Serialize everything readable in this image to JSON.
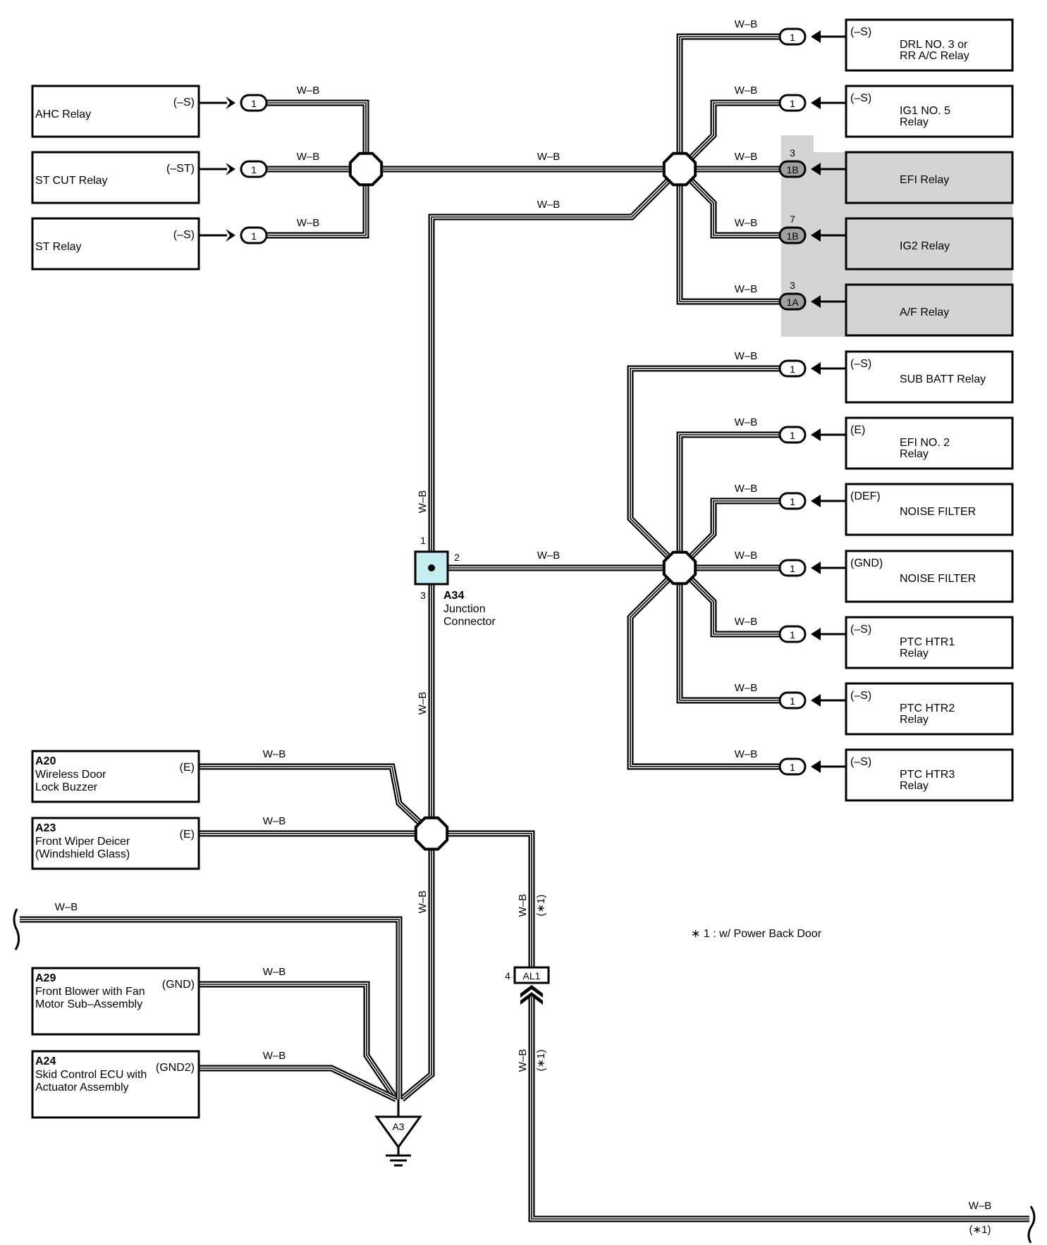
{
  "wire_color": "W–B",
  "left_relays": [
    {
      "name": "AHC Relay",
      "terminal": "(–S)",
      "pin": "1"
    },
    {
      "name": "ST CUT Relay",
      "terminal": "(–ST)",
      "pin": "1"
    },
    {
      "name": "ST Relay",
      "terminal": "(–S)",
      "pin": "1"
    }
  ],
  "right_top": [
    {
      "l1": "DRL NO. 3 or",
      "l2": "RR A/C Relay",
      "terminal": "(–S)",
      "pin": "1",
      "pinnum": "",
      "shaded": false
    },
    {
      "l1": "IG1 NO. 5",
      "l2": "Relay",
      "terminal": "(–S)",
      "pin": "1",
      "pinnum": "",
      "shaded": false
    },
    {
      "l1": "EFI Relay",
      "l2": "",
      "terminal": "",
      "pin": "1B",
      "pinnum": "3",
      "shaded": true
    },
    {
      "l1": "IG2 Relay",
      "l2": "",
      "terminal": "",
      "pin": "1B",
      "pinnum": "7",
      "shaded": true
    },
    {
      "l1": "A/F Relay",
      "l2": "",
      "terminal": "",
      "pin": "1A",
      "pinnum": "3",
      "shaded": true
    }
  ],
  "right_bottom": [
    {
      "l1": "SUB BATT Relay",
      "l2": "",
      "terminal": "(–S)",
      "pin": "1"
    },
    {
      "l1": "EFI NO. 2",
      "l2": "Relay",
      "terminal": "(E)",
      "pin": "1"
    },
    {
      "l1": "NOISE FILTER",
      "l2": "",
      "terminal": "(DEF)",
      "pin": "1"
    },
    {
      "l1": "NOISE FILTER",
      "l2": "",
      "terminal": "(GND)",
      "pin": "1"
    },
    {
      "l1": "PTC HTR1",
      "l2": "Relay",
      "terminal": "(–S)",
      "pin": "1"
    },
    {
      "l1": "PTC HTR2",
      "l2": "Relay",
      "terminal": "(–S)",
      "pin": "1"
    },
    {
      "l1": "PTC HTR3",
      "l2": "Relay",
      "terminal": "(–S)",
      "pin": "1"
    }
  ],
  "left_bottom": [
    {
      "code": "A20",
      "l1": "Wireless Door",
      "l2": "Lock Buzzer",
      "terminal": "(E)"
    },
    {
      "code": "A23",
      "l1": "Front Wiper Deicer",
      "l2": "(Windshield Glass)",
      "terminal": "(E)"
    },
    {
      "code": "A29",
      "l1": "Front Blower with Fan",
      "l2": "Motor Sub–Assembly",
      "terminal": "(GND)"
    },
    {
      "code": "A24",
      "l1": "Skid Control ECU with",
      "l2": "Actuator Assembly",
      "terminal": "(GND2)"
    }
  ],
  "junction": {
    "code": "A34",
    "l1": "Junction",
    "l2": "Connector",
    "pin1": "1",
    "pin2": "2",
    "pin3": "3"
  },
  "ground": {
    "code": "A3"
  },
  "connector_al": {
    "code": "AL1",
    "pin": "4"
  },
  "option_mark": "(∗1)",
  "note": "∗ 1 : w/ Power Back Door"
}
